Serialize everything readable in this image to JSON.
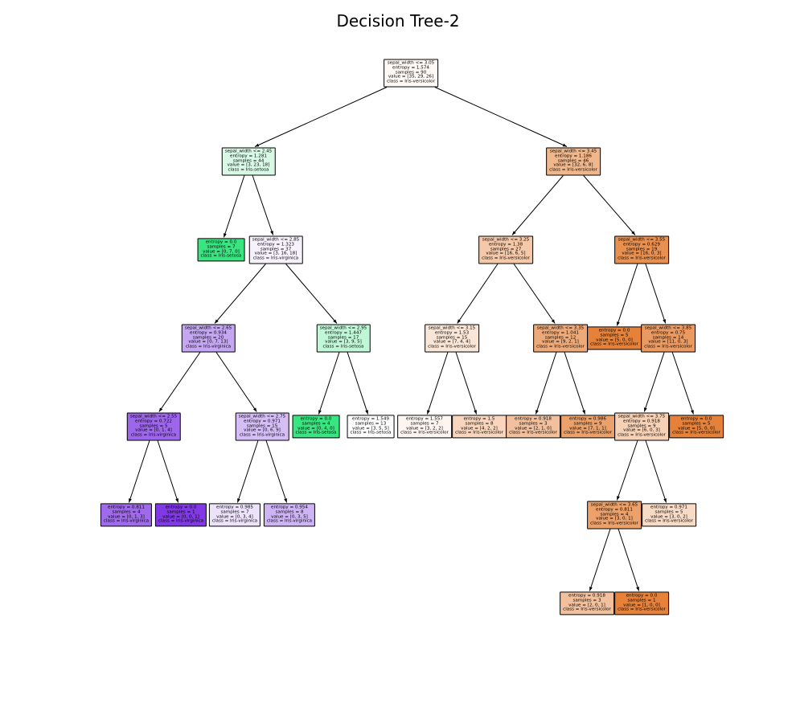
{
  "title": "Decision Tree-2",
  "colors": {
    "iris_setosa": "#39e581",
    "iris_versicolor": "#e58139",
    "iris_virginica": "#8139e5",
    "edge": "#000000"
  },
  "nodes": [
    {
      "id": "n0",
      "color": "#fef9f5",
      "lines": [
        "sepal_width <= 3.05",
        "entropy = 1.574",
        "samples = 90",
        "value = [35, 29, 26]",
        "class = Iris-versicolor"
      ]
    },
    {
      "id": "n1",
      "color": "#d8f9e6",
      "lines": [
        "sepal_width <= 2.45",
        "entropy = 1.281",
        "samples = 44",
        "value = [3, 23, 18]",
        "class = Iris-setosa"
      ]
    },
    {
      "id": "n2",
      "color": "#39e581",
      "lines": [
        "entropy = 0.0",
        "samples = 7",
        "value = [0, 7, 0]",
        "class = Iris-setosa"
      ]
    },
    {
      "id": "n3",
      "color": "#f6f1fd",
      "lines": [
        "sepal_width <= 2.85",
        "entropy = 1.323",
        "samples = 37",
        "value = [3, 16, 18]",
        "class = Iris-virginica"
      ]
    },
    {
      "id": "n4",
      "color": "#c4a6f2",
      "lines": [
        "sepal_width <= 2.65",
        "entropy = 0.934",
        "samples = 20",
        "value = [0, 7, 13]",
        "class = Iris-virginica"
      ]
    },
    {
      "id": "n5",
      "color": "#9d66eb",
      "lines": [
        "sepal_width <= 2.55",
        "entropy = 0.722",
        "samples = 5",
        "value = [0, 1, 4]",
        "class = Iris-virginica"
      ]
    },
    {
      "id": "n6",
      "color": "#a06aec",
      "lines": [
        "entropy = 0.811",
        "samples = 4",
        "value = [0, 1, 3]",
        "class = Iris-virginica"
      ]
    },
    {
      "id": "n7",
      "color": "#8139e5",
      "lines": [
        "entropy = 0.0",
        "samples = 1",
        "value = [0, 0, 1]",
        "class = Iris-virginica"
      ]
    },
    {
      "id": "n8",
      "color": "#d5bdf6",
      "lines": [
        "sepal_width <= 2.75",
        "entropy = 0.971",
        "samples = 15",
        "value = [0, 6, 9]",
        "class = Iris-virginica"
      ]
    },
    {
      "id": "n9",
      "color": "#ece3fb",
      "lines": [
        "entropy = 0.985",
        "samples = 7",
        "value = [0, 3, 4]",
        "class = Iris-virginica"
      ]
    },
    {
      "id": "n10",
      "color": "#cfb4f5",
      "lines": [
        "entropy = 0.954",
        "samples = 8",
        "value = [0, 3, 5]",
        "class = Iris-virginica"
      ]
    },
    {
      "id": "n11",
      "color": "#c0f7d7",
      "lines": [
        "sepal_width <= 2.95",
        "entropy = 1.447",
        "samples = 17",
        "value = [3, 9, 5]",
        "class = Iris-setosa"
      ]
    },
    {
      "id": "n12",
      "color": "#39e581",
      "lines": [
        "entropy = 0.0",
        "samples = 4",
        "value = [0, 4, 0]",
        "class = Iris-setosa"
      ]
    },
    {
      "id": "n13",
      "color": "#ffffff",
      "lines": [
        "entropy = 1.549",
        "samples = 13",
        "value = [3, 5, 5]",
        "class = Iris-setosa"
      ]
    },
    {
      "id": "n14",
      "color": "#f0b68c",
      "lines": [
        "sepal_width <= 3.45",
        "entropy = 1.186",
        "samples = 46",
        "value = [32, 6, 8]",
        "class = Iris-versicolor"
      ]
    },
    {
      "id": "n15",
      "color": "#f4c8a8",
      "lines": [
        "sepal_width <= 3.25",
        "entropy = 1.38",
        "samples = 27",
        "value = [16, 6, 5]",
        "class = Iris-versicolor"
      ]
    },
    {
      "id": "n16",
      "color": "#fae6d7",
      "lines": [
        "sepal_width <= 3.15",
        "entropy = 1.53",
        "samples = 15",
        "value = [7, 4, 4]",
        "class = Iris-versicolor"
      ]
    },
    {
      "id": "n17",
      "color": "#fdf5f0",
      "lines": [
        "entropy = 1.557",
        "samples = 7",
        "value = [3, 2, 2]",
        "class = Iris-versicolor"
      ]
    },
    {
      "id": "n18",
      "color": "#f8d5bc",
      "lines": [
        "entropy = 1.5",
        "samples = 8",
        "value = [4, 2, 2]",
        "class = Iris-versicolor"
      ]
    },
    {
      "id": "n19",
      "color": "#eda978",
      "lines": [
        "sepal_width <= 3.35",
        "entropy = 1.041",
        "samples = 12",
        "value = [9, 2, 1]",
        "class = Iris-versicolor"
      ]
    },
    {
      "id": "n20",
      "color": "#f2c09c",
      "lines": [
        "entropy = 0.918",
        "samples = 3",
        "value = [2, 1, 0]",
        "class = Iris-versicolor"
      ]
    },
    {
      "id": "n21",
      "color": "#eca06a",
      "lines": [
        "entropy = 0.986",
        "samples = 9",
        "value = [7, 1, 1]",
        "class = Iris-versicolor"
      ]
    },
    {
      "id": "n22",
      "color": "#e89050",
      "lines": [
        "sepal_width <= 3.55",
        "entropy = 0.629",
        "samples = 19",
        "value = [16, 0, 3]",
        "class = Iris-versicolor"
      ]
    },
    {
      "id": "n23",
      "color": "#e58139",
      "lines": [
        "entropy = 0.0",
        "samples = 5",
        "value = [5, 0, 0]",
        "class = Iris-versicolor"
      ]
    },
    {
      "id": "n24",
      "color": "#ea9a61",
      "lines": [
        "sepal_width <= 3.85",
        "entropy = 0.75",
        "samples = 14",
        "value = [11, 0, 3]",
        "class = Iris-versicolor"
      ]
    },
    {
      "id": "n25",
      "color": "#f6d1b6",
      "lines": [
        "sepal_width <= 3.75",
        "entropy = 0.918",
        "samples = 9",
        "value = [6, 0, 3]",
        "class = Iris-versicolor"
      ]
    },
    {
      "id": "n26",
      "color": "#eca06a",
      "lines": [
        "sepal_width <= 3.65",
        "entropy = 0.811",
        "samples = 4",
        "value = [3, 0, 1]",
        "class = Iris-versicolor"
      ]
    },
    {
      "id": "n27",
      "color": "#f2c09c",
      "lines": [
        "entropy = 0.918",
        "samples = 3",
        "value = [2, 0, 1]",
        "class = Iris-versicolor"
      ]
    },
    {
      "id": "n28",
      "color": "#e58139",
      "lines": [
        "entropy = 0.0",
        "samples = 1",
        "value = [1, 0, 0]",
        "class = Iris-versicolor"
      ]
    },
    {
      "id": "n29",
      "color": "#f8dbc6",
      "lines": [
        "entropy = 0.971",
        "samples = 5",
        "value = [3, 0, 2]",
        "class = Iris-versicolor"
      ]
    },
    {
      "id": "n30",
      "color": "#e58139",
      "lines": [
        "entropy = 0.0",
        "samples = 5",
        "value = [5, 0, 0]",
        "class = Iris-versicolor"
      ]
    }
  ],
  "edges": [
    [
      "n0",
      "n1"
    ],
    [
      "n0",
      "n14"
    ],
    [
      "n1",
      "n2"
    ],
    [
      "n1",
      "n3"
    ],
    [
      "n3",
      "n4"
    ],
    [
      "n3",
      "n11"
    ],
    [
      "n4",
      "n5"
    ],
    [
      "n4",
      "n8"
    ],
    [
      "n5",
      "n6"
    ],
    [
      "n5",
      "n7"
    ],
    [
      "n8",
      "n9"
    ],
    [
      "n8",
      "n10"
    ],
    [
      "n11",
      "n12"
    ],
    [
      "n11",
      "n13"
    ],
    [
      "n14",
      "n15"
    ],
    [
      "n14",
      "n22"
    ],
    [
      "n15",
      "n16"
    ],
    [
      "n15",
      "n19"
    ],
    [
      "n16",
      "n17"
    ],
    [
      "n16",
      "n18"
    ],
    [
      "n19",
      "n20"
    ],
    [
      "n19",
      "n21"
    ],
    [
      "n22",
      "n23"
    ],
    [
      "n22",
      "n24"
    ],
    [
      "n24",
      "n25"
    ],
    [
      "n24",
      "n30"
    ],
    [
      "n25",
      "n26"
    ],
    [
      "n25",
      "n29"
    ],
    [
      "n26",
      "n27"
    ],
    [
      "n26",
      "n28"
    ]
  ]
}
